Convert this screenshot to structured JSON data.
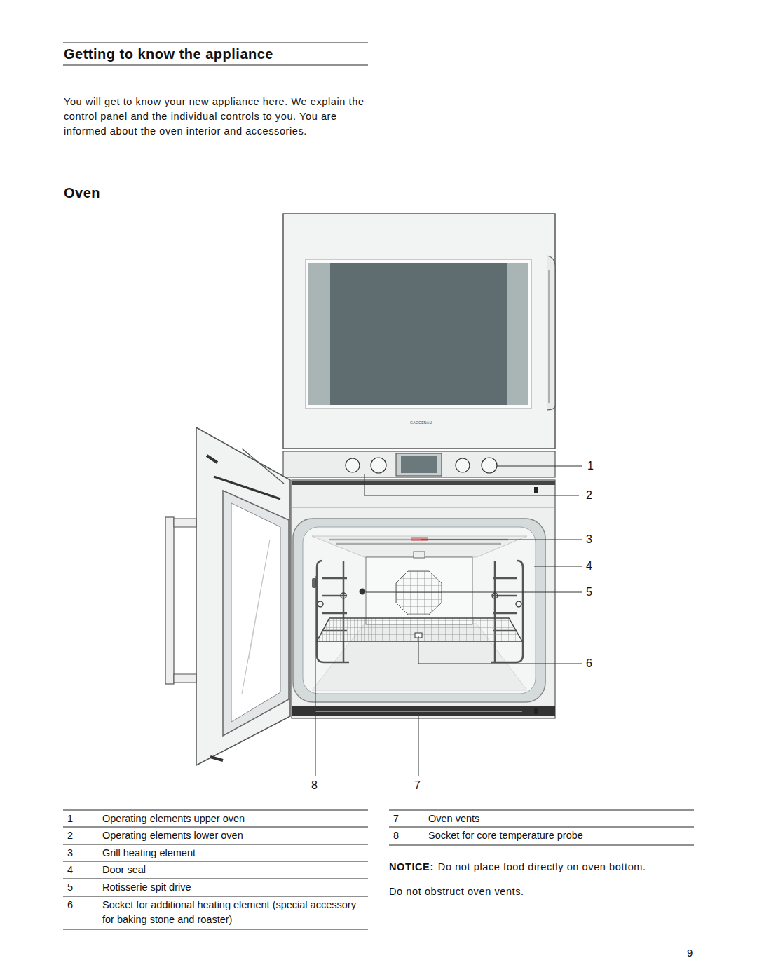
{
  "diagram": {
    "title": "Getting to know the appliance",
    "labels": [
      "You will get to know your new appliance here. We explain the control panel and the individual controls to you. You are informed about the oven interior and accessories.",
      "Oven",
      "GAGGENAU",
      "1",
      "2",
      "3",
      "4",
      "5",
      "6",
      "8",
      "7",
      "1",
      "Operating elements upper oven",
      "2",
      "Operating elements lower oven",
      "3",
      "Grill heating element",
      "4",
      "Door seal",
      "5",
      "Rotisserie spit drive",
      "6",
      "Socket for additional heating element (special accessory for baking stone and roaster)",
      "7",
      "Oven vents",
      "8",
      "Socket for core temperature probe",
      "NOTICE:",
      "Do not place food directly on oven bottom.",
      "Do not obstruct oven vents.",
      "9"
    ]
  }
}
